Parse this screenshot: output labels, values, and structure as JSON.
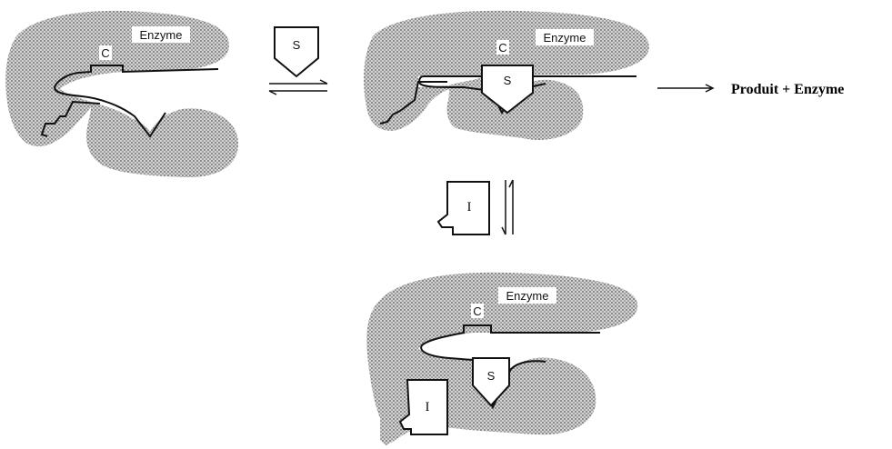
{
  "labels": {
    "enzyme": "Enzyme",
    "site": "C",
    "substrate": "S",
    "inhibitor": "I",
    "product": "Produit + Enzyme"
  },
  "colors": {
    "ink": "#111111",
    "stipple": "#8a8a8a",
    "background": "#ffffff"
  }
}
